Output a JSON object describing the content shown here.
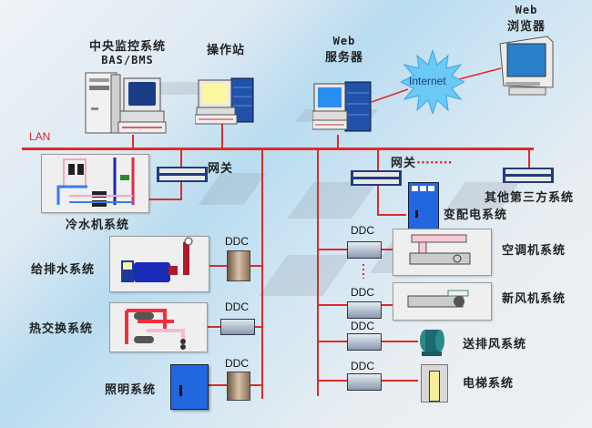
{
  "network": {
    "lan_label": "LAN",
    "internet_label": "Internet"
  },
  "workstations": {
    "central": {
      "line1": "中央监控系统",
      "line2": "BAS/BMS"
    },
    "operator": {
      "label": "操作站"
    },
    "web_server": {
      "line1": "Web",
      "line2": "服务器"
    },
    "web_browser": {
      "line1": "Web",
      "line2": "浏览器"
    }
  },
  "gateways": {
    "left": {
      "label": "网关"
    },
    "right": {
      "label": "网关",
      "ellipsis": "········"
    },
    "third_party": {
      "label": "其他第三方系统"
    }
  },
  "left_systems": [
    {
      "name": "冷水机系统"
    },
    {
      "name": "给排水系统",
      "controller": "DDC"
    },
    {
      "name": "热交换系统",
      "controller": "DDC"
    },
    {
      "name": "照明系统",
      "controller": "DDC"
    }
  ],
  "right_systems": [
    {
      "name": "变配电系统"
    },
    {
      "name": "空调机系统",
      "controller": "DDC"
    },
    {
      "name": "新风机系统",
      "controller": "DDC"
    },
    {
      "name": "送排风系统",
      "controller": "DDC"
    },
    {
      "name": "电梯系统",
      "controller": "DDC"
    }
  ],
  "colors": {
    "wire": "#e02a2a",
    "lan_text": "#d62828",
    "device_blue": "#1f5fd0"
  }
}
